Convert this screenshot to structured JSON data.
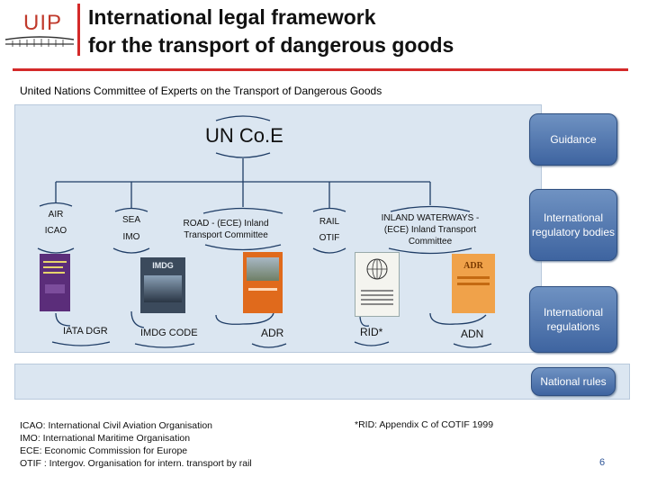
{
  "header": {
    "logo_text": "UIP",
    "title_line1": "International legal framework",
    "title_line2": "for the transport of dangerous goods",
    "subtitle": "United Nations Committee of Experts on the Transport of Dangerous Goods"
  },
  "diagram": {
    "root": "UN Co.E",
    "modes": [
      {
        "id": "air",
        "mode": "AIR",
        "body": "ICAO",
        "document": "IATA DGR"
      },
      {
        "id": "sea",
        "mode": "SEA",
        "body": "IMO",
        "document": "IMDG CODE"
      },
      {
        "id": "road",
        "mode": "ROAD - (ECE) Inland Transport Committee",
        "body": "",
        "document": "ADR"
      },
      {
        "id": "rail",
        "mode": "RAIL",
        "body": "OTIF",
        "document": "RID*"
      },
      {
        "id": "inland",
        "mode": "INLAND WATERWAYS - (ECE) Inland Transport Committee",
        "body": "",
        "document": "ADN"
      }
    ],
    "book_labels": {
      "imdg": "IMDG",
      "adr": "ADR"
    }
  },
  "side_panel": {
    "guidance": "Guidance",
    "regulatory_bodies": "International regulatory bodies",
    "regulations": "International regulations",
    "national": "National rules"
  },
  "legend": [
    "ICAO: International Civil Aviation Organisation",
    "IMO: International Maritime Organisation",
    "ECE: Economic Commission for Europe",
    "OTIF : Intergov. Organisation for intern. transport by rail"
  ],
  "footnote": "*RID: Appendix C of COTIF 1999",
  "page_number": "6",
  "colors": {
    "accent_red": "#d42a2a",
    "panel_blue": "#dbe6f1",
    "button_blue": "#4a6fa8"
  }
}
